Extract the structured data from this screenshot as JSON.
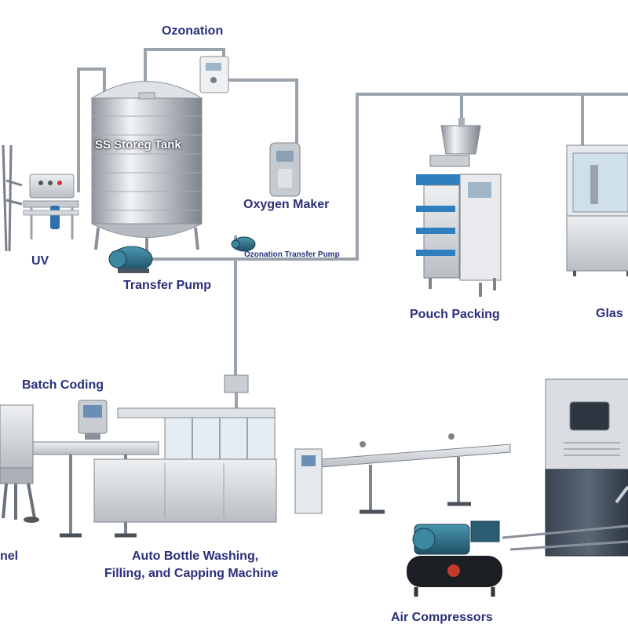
{
  "labels": {
    "ozonation": "Ozonation",
    "ss_tank": "SS Storeg Tank",
    "uv": "UV",
    "oxygen_maker": "Oxygen Maker",
    "ozonation_transfer_pump": "Ozonation Transfer Pump",
    "transfer_pump": "Transfer Pump",
    "pouch_packing": "Pouch Packing",
    "glass_partial": "Glas",
    "batch_coding": "Batch Coding",
    "tunnel_partial": "nel",
    "washing_line1": "Auto Bottle Washing,",
    "washing_line2": "Filling, and Capping Machine",
    "air_compressors": "Air Compressors"
  },
  "colors": {
    "label_text": "#2a2f7a",
    "pipe": "#9aa3ab",
    "steel": "#c9ced3",
    "blue_panel": "#2f7fbf",
    "pump_teal": "#2d6f86",
    "dark_machine": "#2a3440"
  },
  "icons": [
    "ss-tank-icon",
    "uv-unit-icon",
    "ozonator-icon",
    "oxygen-maker-icon",
    "transfer-pump-icon",
    "pouch-packing-machine-icon",
    "glass-filling-machine-icon",
    "batch-coder-icon",
    "filling-machine-icon",
    "conveyor-icon",
    "air-compressor-icon",
    "blow-moulding-machine-icon"
  ]
}
